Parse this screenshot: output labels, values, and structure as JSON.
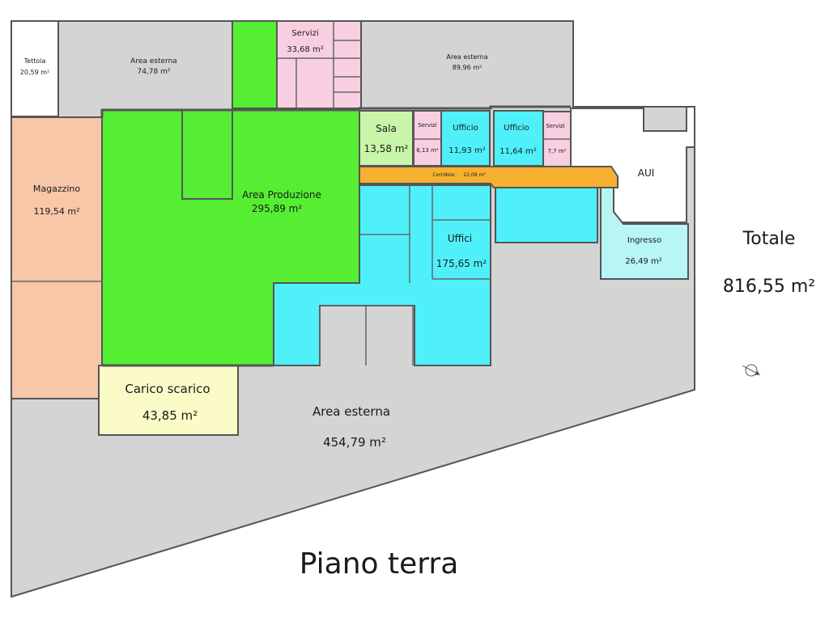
{
  "floor_title": "Piano terra",
  "total": {
    "label": "Totale",
    "value": "816,55 m²"
  },
  "aui_label": "AUI",
  "colors": {
    "external": "#d4d4d4",
    "production": "#55ee33",
    "office": "#4ff0fa",
    "services": "#f7cfe0",
    "warehouse": "#f7c7a8",
    "loading": "#fbfbc8",
    "hall": "#c8f5a8",
    "corridor": "#f5b12f",
    "entrance": "#b8f5f5",
    "shelter": "#ffffff"
  },
  "rooms": {
    "tettoia": {
      "name": "Tettoia",
      "area": "20,59 m²"
    },
    "area_esterna_1": {
      "name": "Area esterna",
      "area": "74,78 m²"
    },
    "servizi_top": {
      "name": "Servizi",
      "area": "33,68 m²"
    },
    "area_esterna_2": {
      "name": "Area esterna",
      "area": "89,96 m²"
    },
    "magazzino": {
      "name": "Magazzino",
      "area": "119,54 m²"
    },
    "area_produzione": {
      "name": "Area Produzione",
      "area": "295,89 m²"
    },
    "sala": {
      "name": "Sala",
      "area": "13,58 m²"
    },
    "servizi_small": {
      "name": "Servizi",
      "area": "6,13 m²"
    },
    "ufficio_1": {
      "name": "Ufficio",
      "area": "11,93 m²"
    },
    "ufficio_2": {
      "name": "Ufficio",
      "area": "11,64 m²"
    },
    "servizi_right": {
      "name": "Servizi",
      "area": "7,7 m²"
    },
    "corridoio": {
      "name": "Corridoio",
      "area": "22,08 m²"
    },
    "uffici": {
      "name": "Uffici",
      "area": "175,65 m²"
    },
    "ingresso": {
      "name": "Ingresso",
      "area": "26,49 m²"
    },
    "carico_scarico": {
      "name": "Carico scarico",
      "area": "43,85 m²"
    },
    "area_esterna_main": {
      "name": "Area esterna",
      "area": "454,79 m²"
    }
  }
}
